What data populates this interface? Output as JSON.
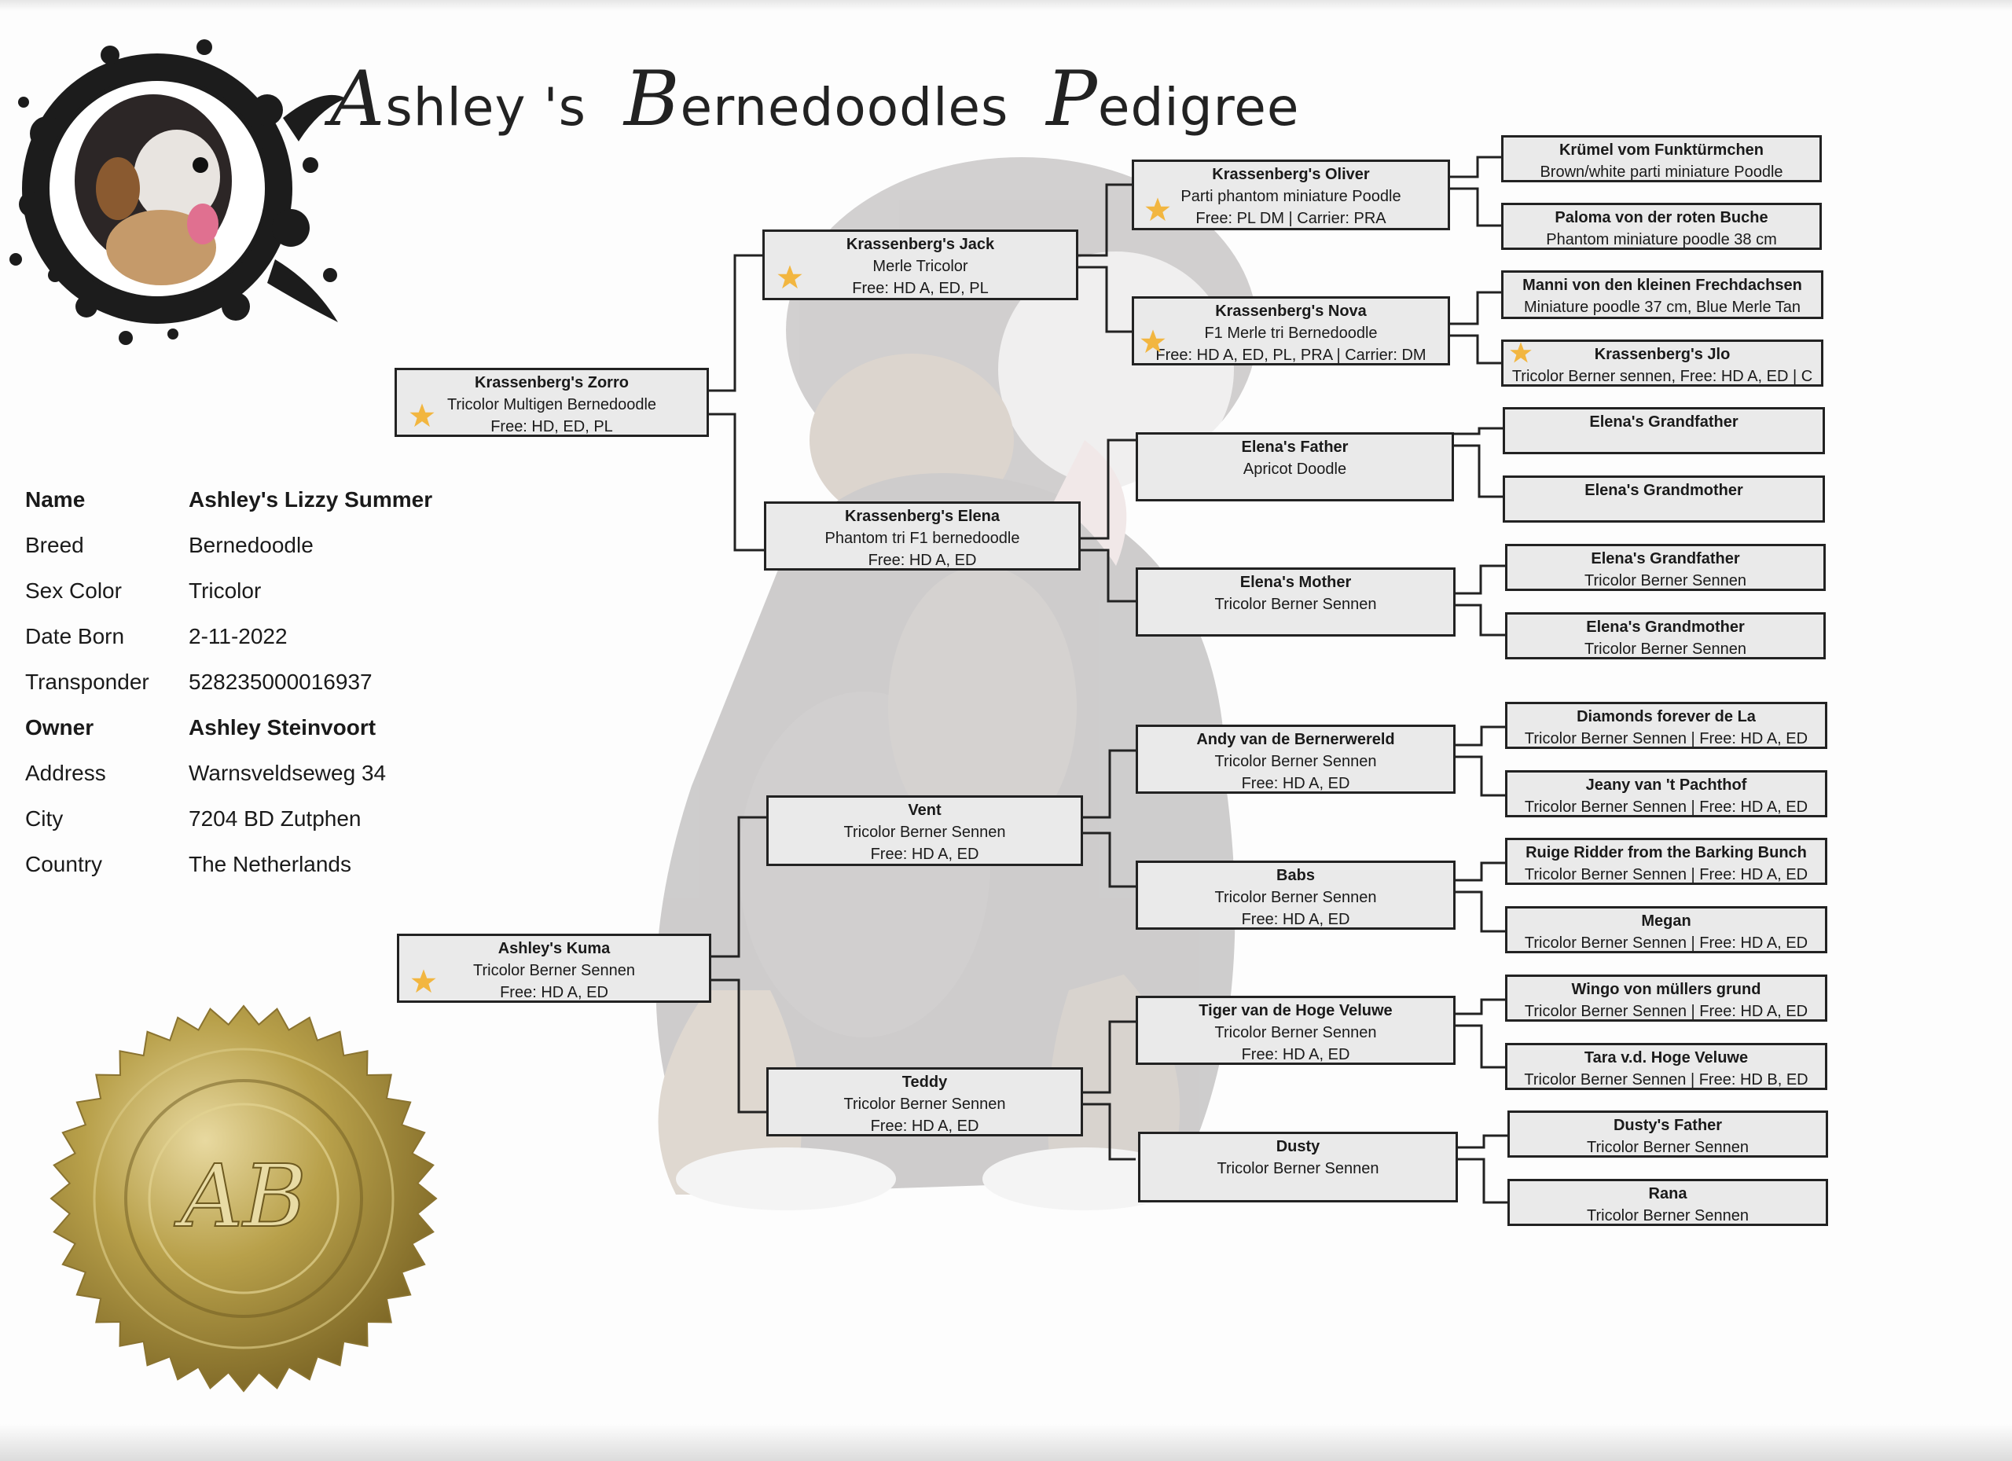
{
  "title": {
    "word1_cap": "A",
    "word1_rest": "shley 's",
    "word2_cap": "B",
    "word2_rest": "ernedoodles",
    "word3_cap": "P",
    "word3_rest": "edigree"
  },
  "dog_info": [
    {
      "label": "Name",
      "value": "Ashley's Lizzy Summer"
    },
    {
      "label": "Breed",
      "value": "Bernedoodle"
    },
    {
      "label": "Sex Color",
      "value": "Tricolor"
    },
    {
      "label": "Date Born",
      "value": "2-11-2022"
    },
    {
      "label": "Transponder",
      "value": "528235000016937"
    },
    {
      "label": "Owner",
      "value": "Ashley Steinvoort"
    },
    {
      "label": "Address",
      "value": "Warnsveldseweg 34"
    },
    {
      "label": "City",
      "value": "7204 BD Zutphen"
    },
    {
      "label": "Country",
      "value": "The Netherlands"
    }
  ],
  "seal_monogram": "AB",
  "colors": {
    "star": "#f2b640",
    "box_fill": "#eaeaea",
    "seal_gold": "#b8a04a"
  },
  "pedigree": {
    "sire": {
      "name": "Krassenberg's Zorro",
      "line1": "Tricolor Multigen Bernedoodle",
      "line2": "Free: HD, ED, PL",
      "star": true
    },
    "dam": {
      "name": "Ashley's Kuma",
      "line1": "Tricolor Berner Sennen",
      "line2": "Free: HD A, ED",
      "star": true
    },
    "sire_sire": {
      "name": "Krassenberg's Jack",
      "line1": "Merle Tricolor",
      "line2": "Free: HD A, ED, PL",
      "star": true
    },
    "sire_dam": {
      "name": "Krassenberg's Elena",
      "line1": "Phantom tri F1 bernedoodle",
      "line2": "Free: HD A, ED",
      "star": false
    },
    "dam_sire": {
      "name": "Vent",
      "line1": "Tricolor Berner Sennen",
      "line2": "Free: HD A, ED",
      "star": false
    },
    "dam_dam": {
      "name": "Teddy",
      "line1": "Tricolor Berner Sennen",
      "line2": "Free: HD A, ED",
      "star": false
    },
    "gen3": [
      {
        "name": "Krassenberg's Oliver",
        "line1": "Parti phantom miniature Poodle",
        "line2": "Free: PL  DM | Carrier: PRA",
        "star": true
      },
      {
        "name": "Krassenberg's Nova",
        "line1": "F1 Merle tri Bernedoodle",
        "line2": "Free: HD A, ED, PL, PRA | Carrier: DM",
        "star": true
      },
      {
        "name": "Elena's Father",
        "line1": "Apricot Doodle",
        "line2": "",
        "star": false
      },
      {
        "name": "Elena's Mother",
        "line1": "Tricolor Berner Sennen",
        "line2": "",
        "star": false
      },
      {
        "name": "Andy van de Bernerwereld",
        "line1": "Tricolor Berner Sennen",
        "line2": "Free: HD A, ED",
        "star": false
      },
      {
        "name": "Babs",
        "line1": "Tricolor Berner Sennen",
        "line2": "Free: HD A, ED",
        "star": false
      },
      {
        "name": "Tiger van de Hoge Veluwe",
        "line1": "Tricolor Berner Sennen",
        "line2": "Free: HD A, ED",
        "star": false
      },
      {
        "name": "Dusty",
        "line1": "Tricolor Berner Sennen",
        "line2": "",
        "star": false
      }
    ],
    "gen4": [
      {
        "name": "Krümel vom Funktürmchen",
        "line1": "Brown/white parti miniature Poodle",
        "star": false
      },
      {
        "name": "Paloma von der roten Buche",
        "line1": "Phantom miniature poodle 38 cm",
        "star": false
      },
      {
        "name": "Manni von den kleinen Frechdachsen",
        "line1": "Miniature poodle 37 cm, Blue Merle Tan",
        "star": false
      },
      {
        "name": "Krassenberg's Jlo",
        "line1": "Tricolor Berner sennen, Free: HD A, ED | C",
        "star": true
      },
      {
        "name": "Elena's Grandfather",
        "line1": "",
        "star": false
      },
      {
        "name": "Elena's Grandmother",
        "line1": "",
        "star": false
      },
      {
        "name": "Elena's Grandfather",
        "line1": "Tricolor Berner Sennen",
        "star": false
      },
      {
        "name": "Elena's Grandmother",
        "line1": "Tricolor Berner Sennen",
        "star": false
      },
      {
        "name": "Diamonds forever de La",
        "line1": "Tricolor Berner Sennen | Free: HD A, ED",
        "star": false
      },
      {
        "name": "Jeany van 't Pachthof",
        "line1": "Tricolor Berner Sennen | Free: HD A, ED",
        "star": false
      },
      {
        "name": "Ruige Ridder from the Barking Bunch",
        "line1": "Tricolor Berner Sennen | Free: HD A, ED",
        "star": false
      },
      {
        "name": "Megan",
        "line1": "Tricolor Berner Sennen | Free: HD A, ED",
        "star": false
      },
      {
        "name": "Wingo von müllers grund",
        "line1": "Tricolor Berner Sennen | Free: HD A, ED",
        "star": false
      },
      {
        "name": "Tara v.d. Hoge Veluwe",
        "line1": "Tricolor Berner Sennen | Free: HD B, ED",
        "star": false
      },
      {
        "name": "Dusty's Father",
        "line1": "Tricolor Berner Sennen",
        "star": false
      },
      {
        "name": "Rana",
        "line1": "Tricolor Berner Sennen",
        "star": false
      }
    ]
  }
}
